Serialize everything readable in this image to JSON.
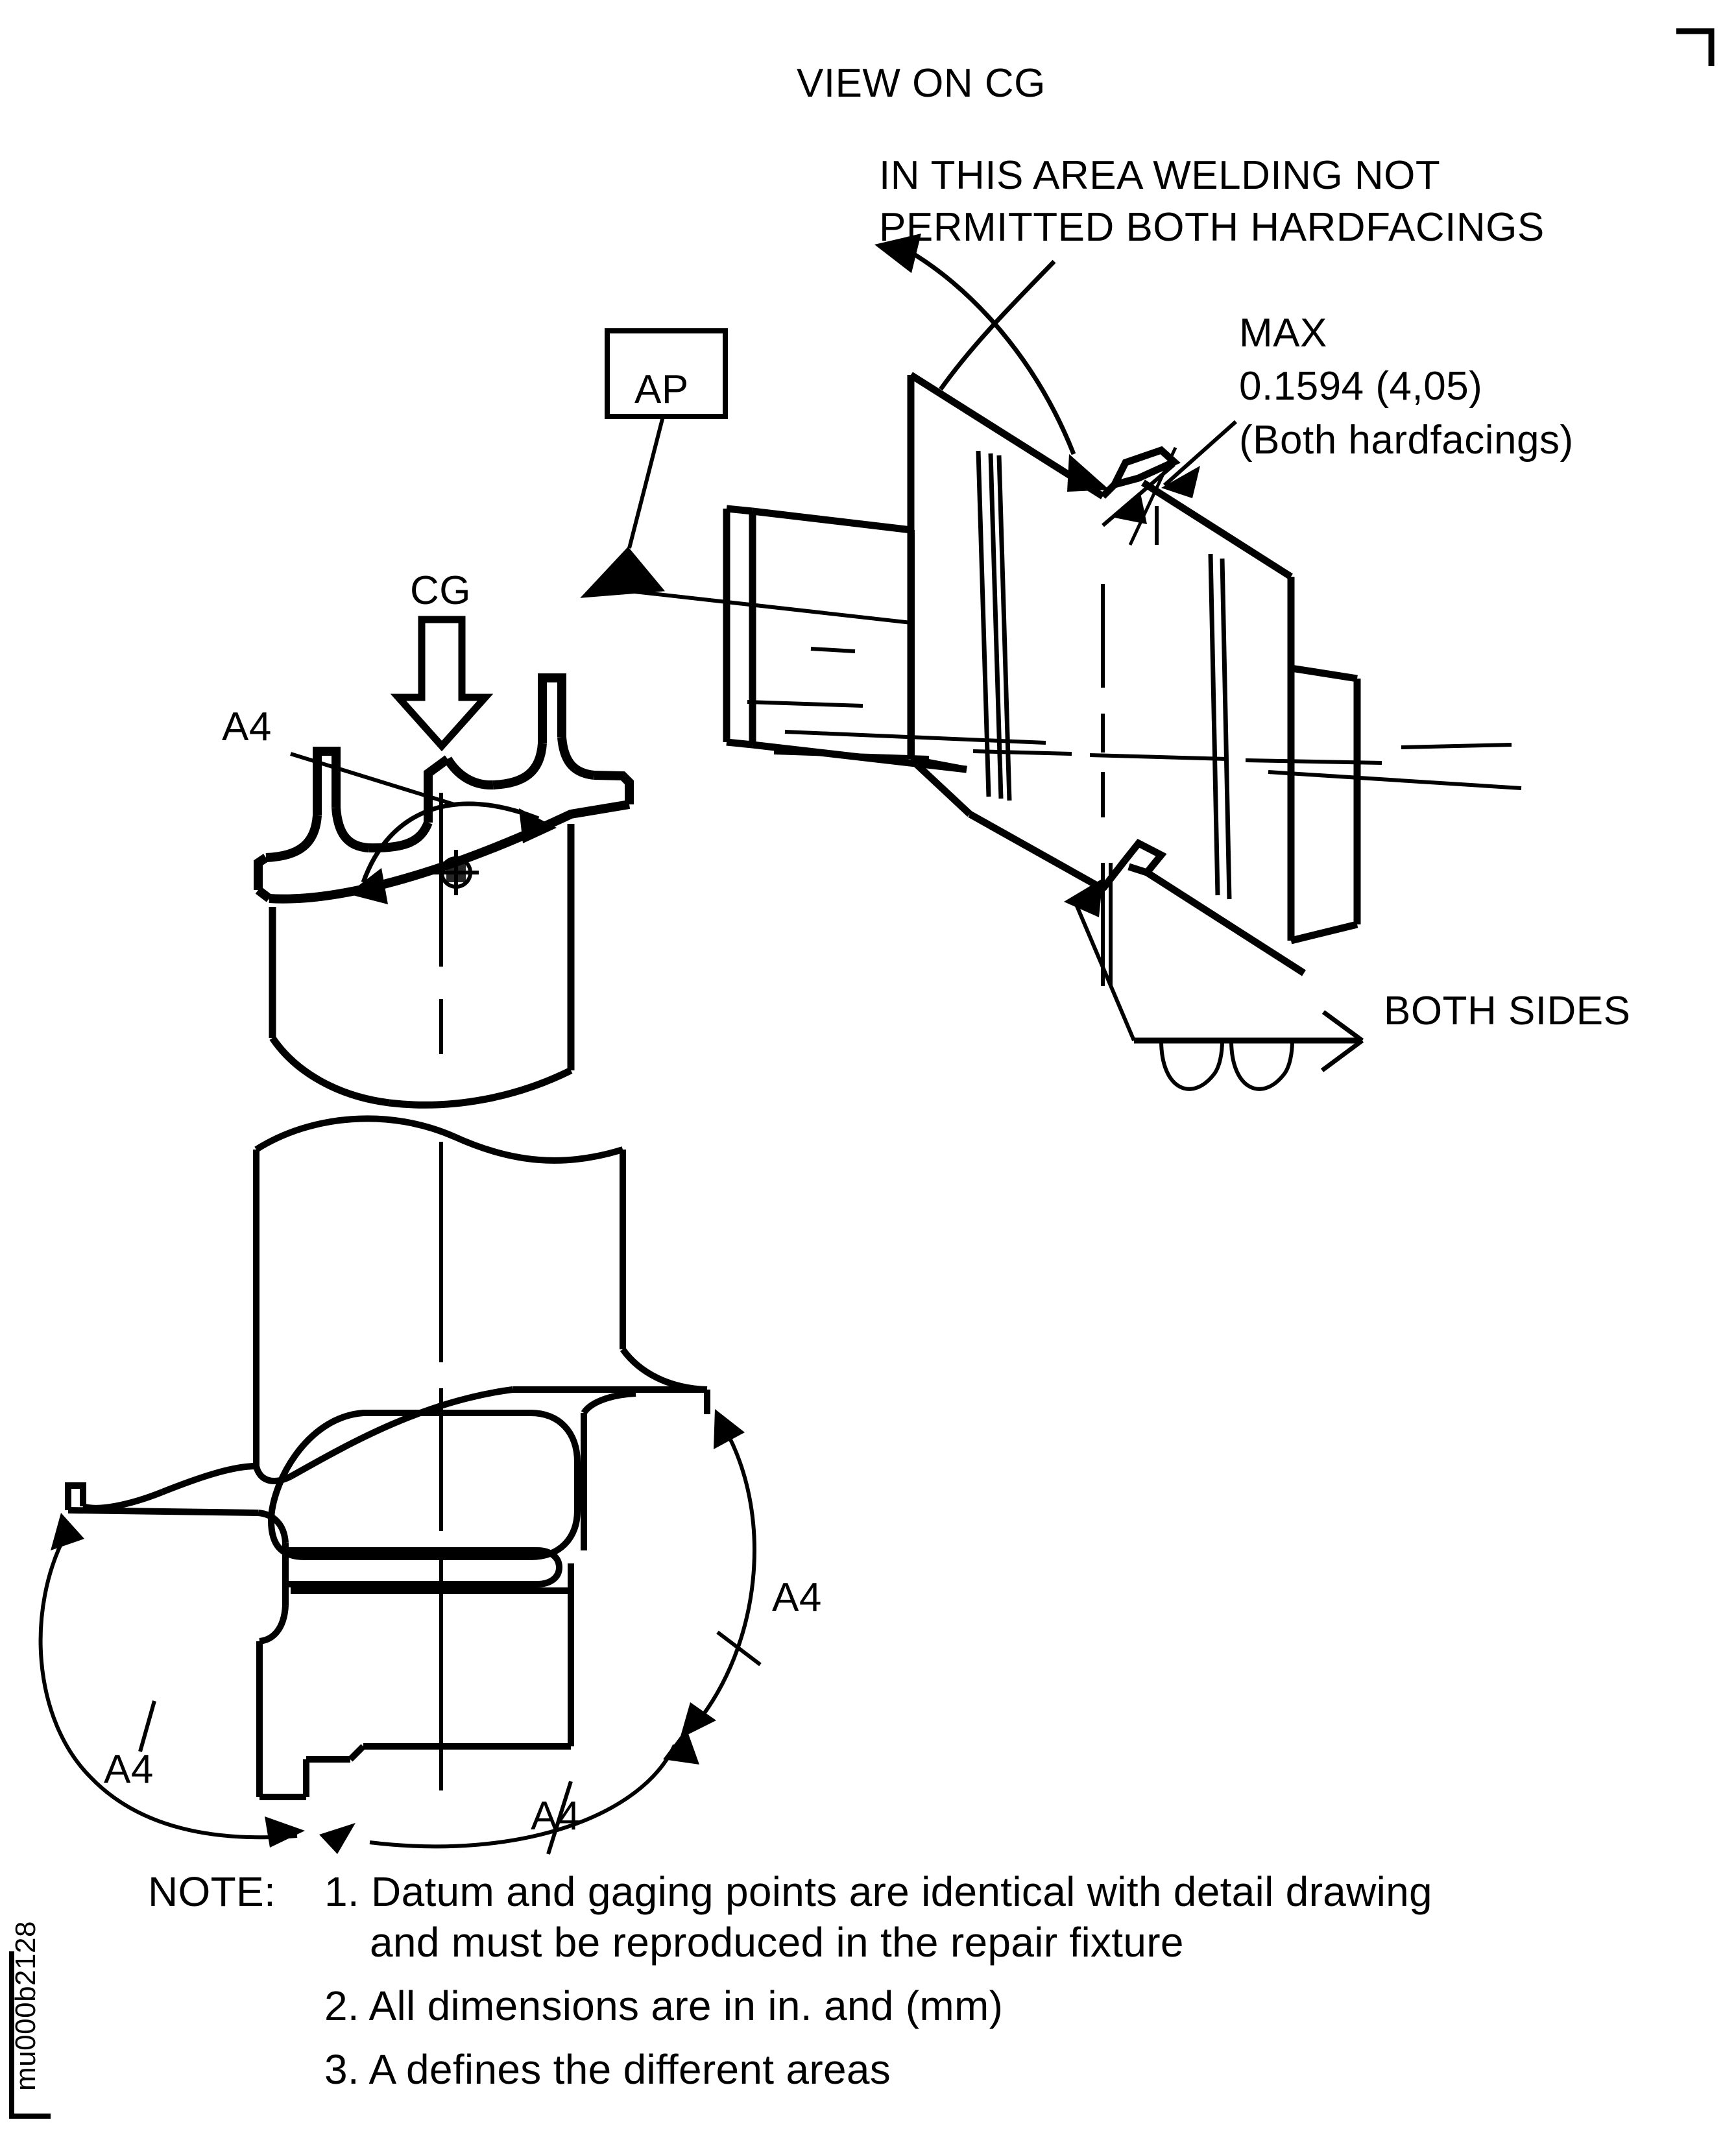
{
  "drawing": {
    "title": "VIEW ON CG",
    "document_id": "mu000b2128",
    "annotations": {
      "welding_note_line1": "IN THIS AREA WELDING NOT",
      "welding_note_line2": "PERMITTED BOTH HARDFACINGS",
      "max_label": "MAX",
      "max_value": "0.1594 (4,05)",
      "max_qualifier": "(Both hardfacings)",
      "datum_ap": "AP",
      "view_direction_cg": "CG",
      "weld_symbol_note": "BOTH SIDES",
      "area_label_tip": "A4",
      "area_label_root_right": "A4",
      "area_label_root_left": "A4",
      "area_label_root_bottom": "A4"
    },
    "notes": {
      "label": "NOTE:",
      "items": [
        {
          "number": "1.",
          "line1": "Datum and gaging points are identical with detail drawing",
          "line2": "and must be reproduced in the repair fixture"
        },
        {
          "number": "2.",
          "line1": "All dimensions are in in. and (mm)"
        },
        {
          "number": "3.",
          "line1": "A defines the different areas"
        }
      ],
      "note1_full": "1. Datum and gaging points are identical with detail drawing",
      "note1_cont": "and must be reproduced in the repair fixture",
      "note2_full": "2. All dimensions are in in. and (mm)",
      "note3_full": "3. A defines the different areas"
    },
    "colors": {
      "ink": "#000000",
      "paper": "#ffffff"
    }
  }
}
